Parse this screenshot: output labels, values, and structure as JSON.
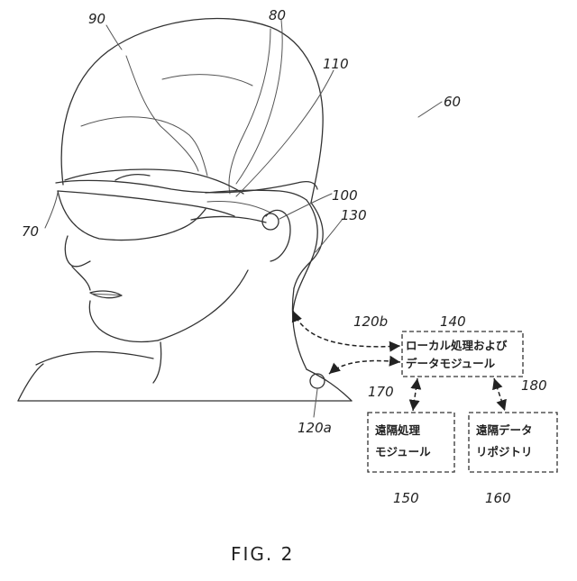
{
  "figure": {
    "caption": "FIG. 2",
    "labels": {
      "system": "60",
      "eyewear": "70",
      "frame": "80",
      "user": "90",
      "speaker": "100",
      "display_lens": "110",
      "cable": "130",
      "sensor_link_b": "120b",
      "sensor": "120a",
      "local_module": "140",
      "remote_processing": "150",
      "remote_repository": "160",
      "link_170": "170",
      "link_180": "180"
    },
    "boxes": {
      "local_module": {
        "line1": "ローカル処理および",
        "line2": "データモジュール"
      },
      "remote_processing": {
        "line1": "遠隔処理",
        "line2": "モジュール"
      },
      "remote_repository": {
        "line1": "遠隔データ",
        "line2": "リポジトリ"
      }
    }
  }
}
